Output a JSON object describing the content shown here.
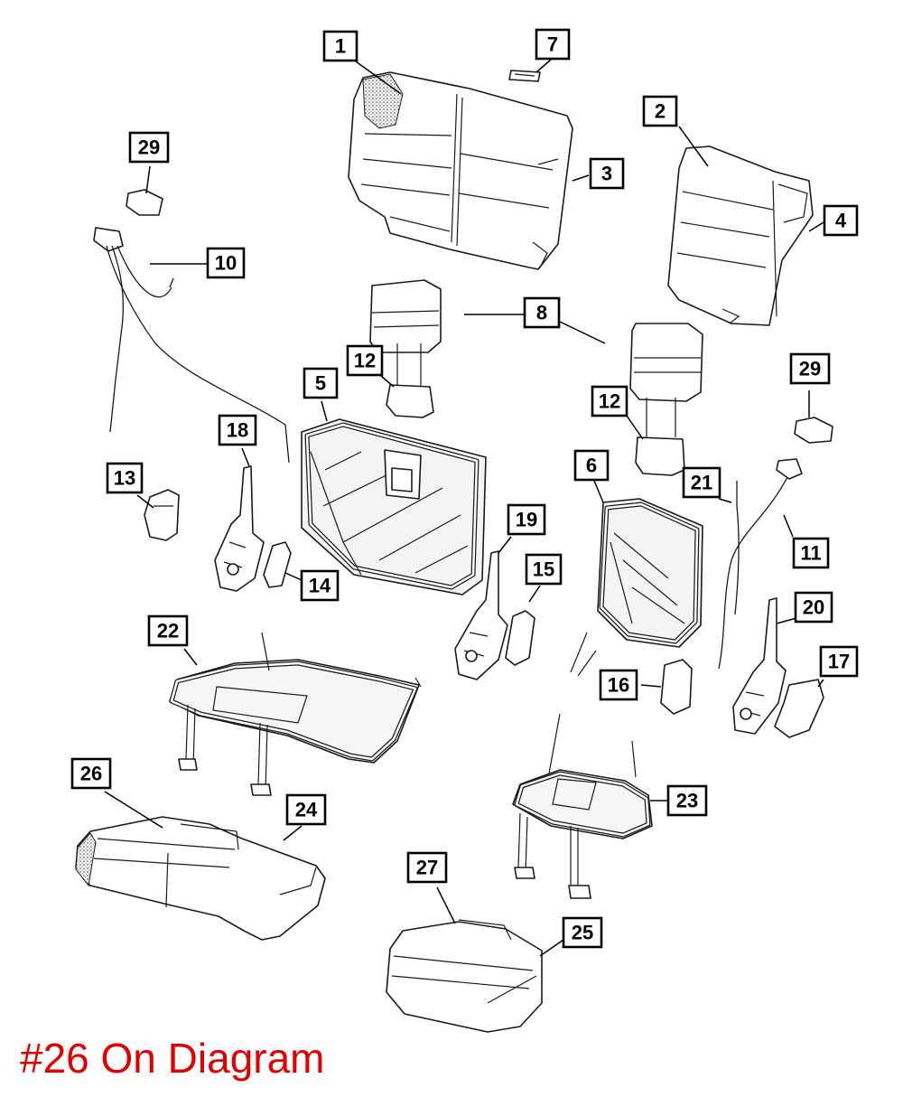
{
  "caption": {
    "text": "#26 On Diagram",
    "color": "#e00000"
  },
  "callouts": [
    "1",
    "2",
    "3",
    "4",
    "5",
    "6",
    "7",
    "8",
    "10",
    "11",
    "12",
    "12",
    "13",
    "14",
    "15",
    "16",
    "17",
    "18",
    "19",
    "20",
    "21",
    "22",
    "23",
    "24",
    "25",
    "26",
    "27",
    "29",
    "29"
  ]
}
